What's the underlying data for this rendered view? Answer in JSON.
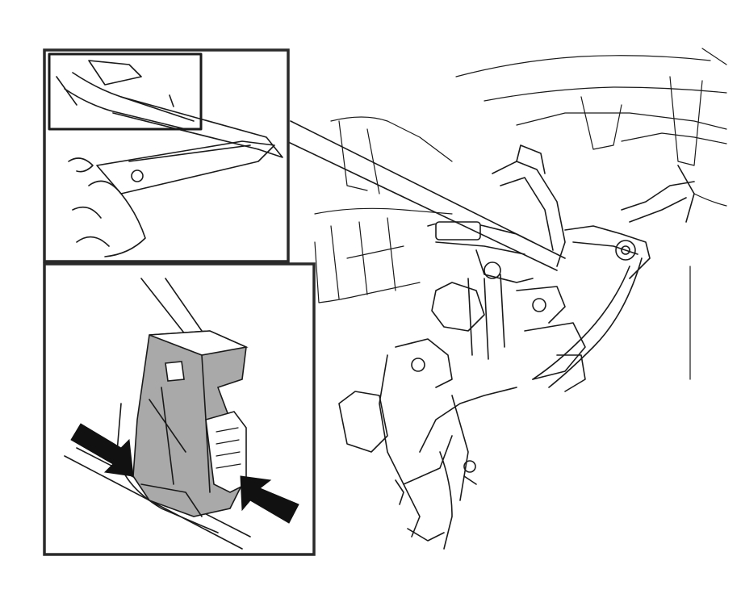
{
  "figure": {
    "components": [
      {
        "name": "main-assembly-view"
      },
      {
        "name": "pry-tool-detail-inset"
      },
      {
        "name": "clip-release-detail-inset"
      }
    ],
    "colors": {
      "line": "#1a1a1a",
      "frame": "#2a2a2a",
      "clip_fill": "#a9a9a9",
      "arrow_fill": "#111111",
      "background": "#ffffff"
    },
    "icons": [
      "press-arrow-left-icon",
      "press-arrow-right-icon"
    ]
  }
}
